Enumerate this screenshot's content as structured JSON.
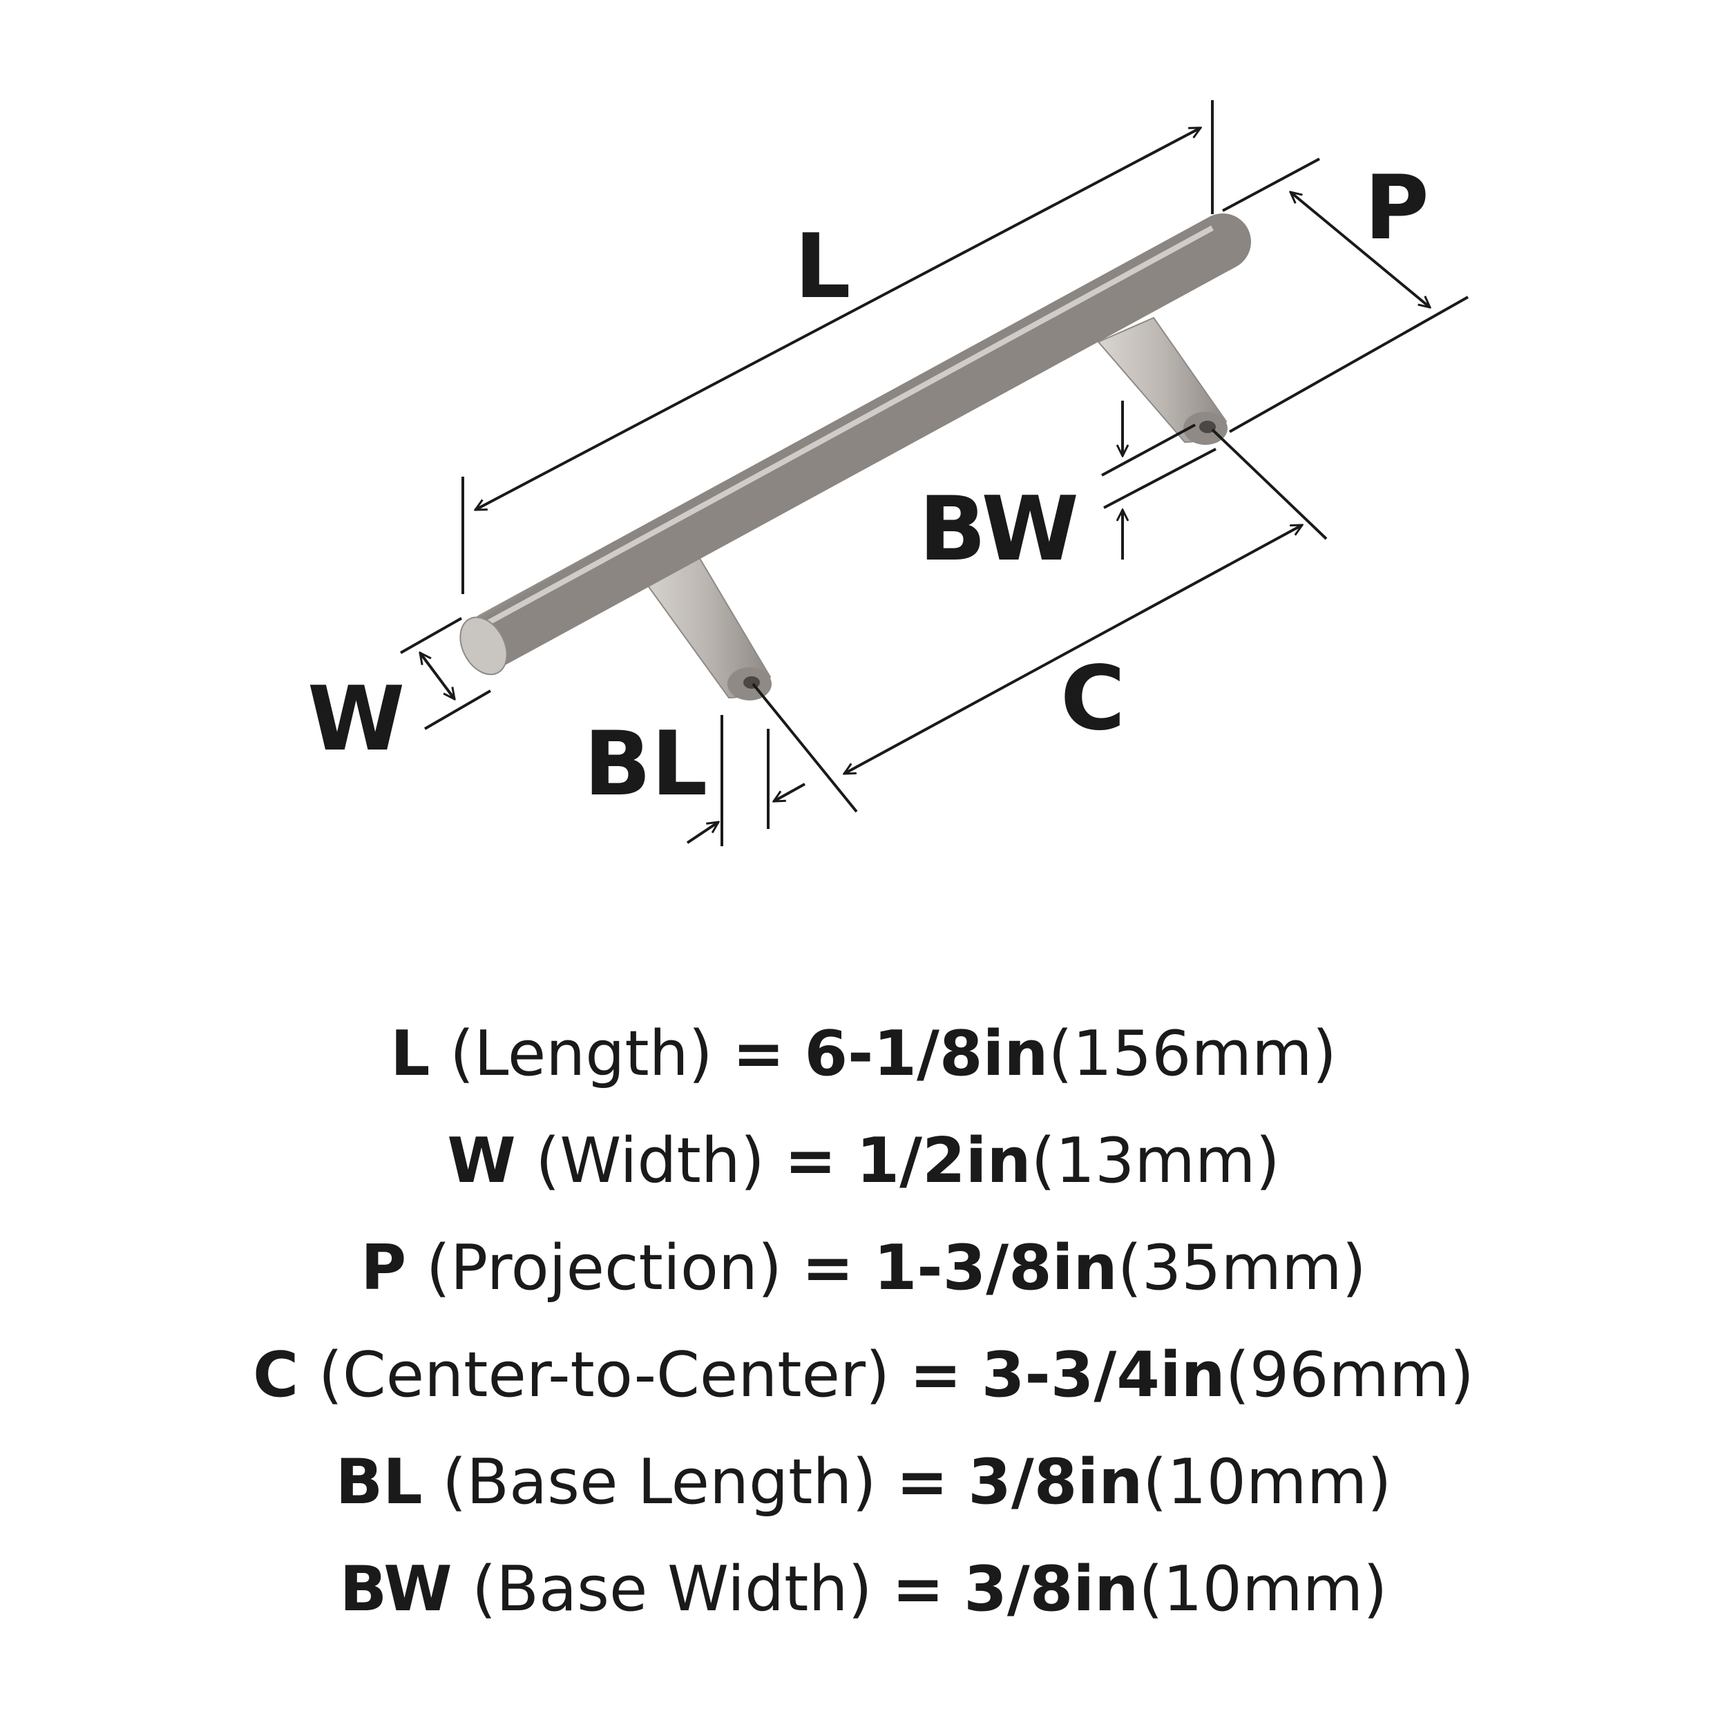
{
  "diagram": {
    "labels": {
      "L": "L",
      "P": "P",
      "BW": "BW",
      "W": "W",
      "BL": "BL",
      "C": "C"
    },
    "colors": {
      "line": "#1a1a1a",
      "metal_light": "#dcd8d4",
      "metal_mid": "#b8b3ae",
      "metal_dark": "#8f8a85"
    }
  },
  "specs": [
    {
      "key": "L",
      "name": "(Length)",
      "eq": "=",
      "value": "6-1/8in",
      "metric": "(156mm)"
    },
    {
      "key": "W",
      "name": "(Width)",
      "eq": "=",
      "value": "1/2in",
      "metric": "(13mm)"
    },
    {
      "key": "P",
      "name": "(Projection)",
      "eq": "=",
      "value": "1-3/8in",
      "metric": "(35mm)"
    },
    {
      "key": "C",
      "name": "(Center-to-Center)",
      "eq": "=",
      "value": "3-3/4in",
      "metric": "(96mm)"
    },
    {
      "key": "BL",
      "name": "(Base Length)",
      "eq": "=",
      "value": "3/8in",
      "metric": "(10mm)"
    },
    {
      "key": "BW",
      "name": "(Base Width)",
      "eq": "=",
      "value": "3/8in",
      "metric": "(10mm)"
    }
  ]
}
